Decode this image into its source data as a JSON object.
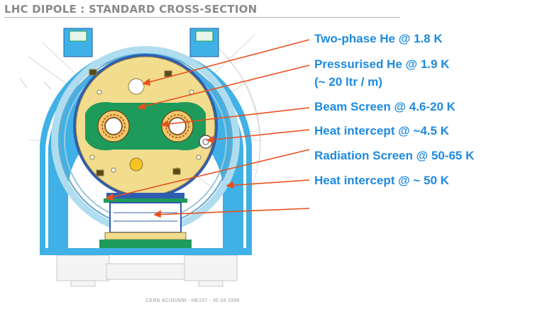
{
  "title": "LHC DIPOLE :  STANDARD CROSS-SECTION",
  "labels": [
    "Two-phase He @ 1.8 K",
    "Pressurised He @ 1.9 K",
    "(~ 20 ltr / m)",
    "Beam Screen @ 4.6-20 K",
    "Heat intercept @ ~4.5 K",
    "Radiation Screen @ 50-65 K",
    "Heat intercept @ ~ 50 K"
  ],
  "footer": "CERN AC/DI/MM - HE107 - 30 04 1999",
  "colors": {
    "label": "#1e8ae0",
    "arrow": "#e8501e",
    "vessel": "#3fb1e6",
    "yoke": "#f2dc8e",
    "coil": "#1e9a5a",
    "title": "#8a8a8a"
  }
}
